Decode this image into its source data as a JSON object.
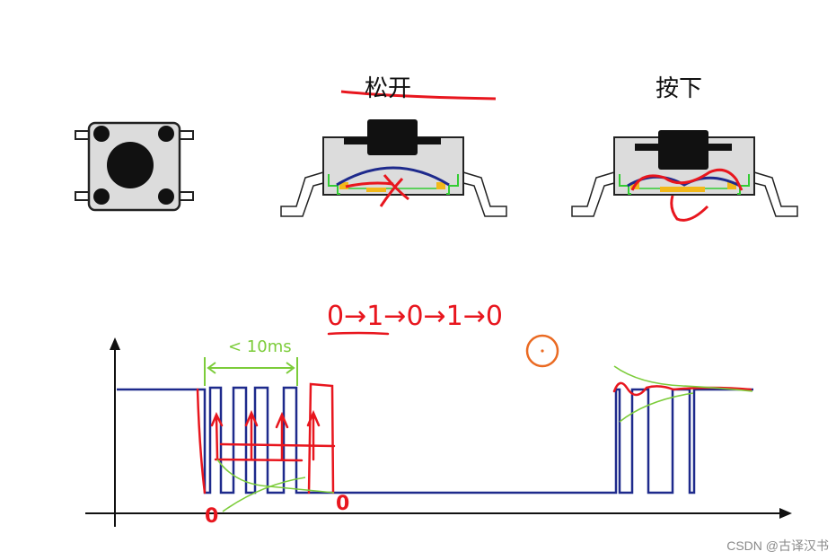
{
  "labels": {
    "released": "松开",
    "pressed": "按下"
  },
  "annotations": {
    "sequence": "0→1→0→1→0",
    "bounce_duration": "< 10ms",
    "zero_left": "0",
    "zero_right": "0"
  },
  "watermark": "CSDN @古译汉书",
  "colors": {
    "signal": "#1e2a8c",
    "ink_red": "#e8161e",
    "ink_green": "#7ccc3a",
    "ink_orange": "#ea6a22",
    "contact": "#f2b81a",
    "pad": "#33cc33",
    "body_fill": "#dcdcdc"
  }
}
